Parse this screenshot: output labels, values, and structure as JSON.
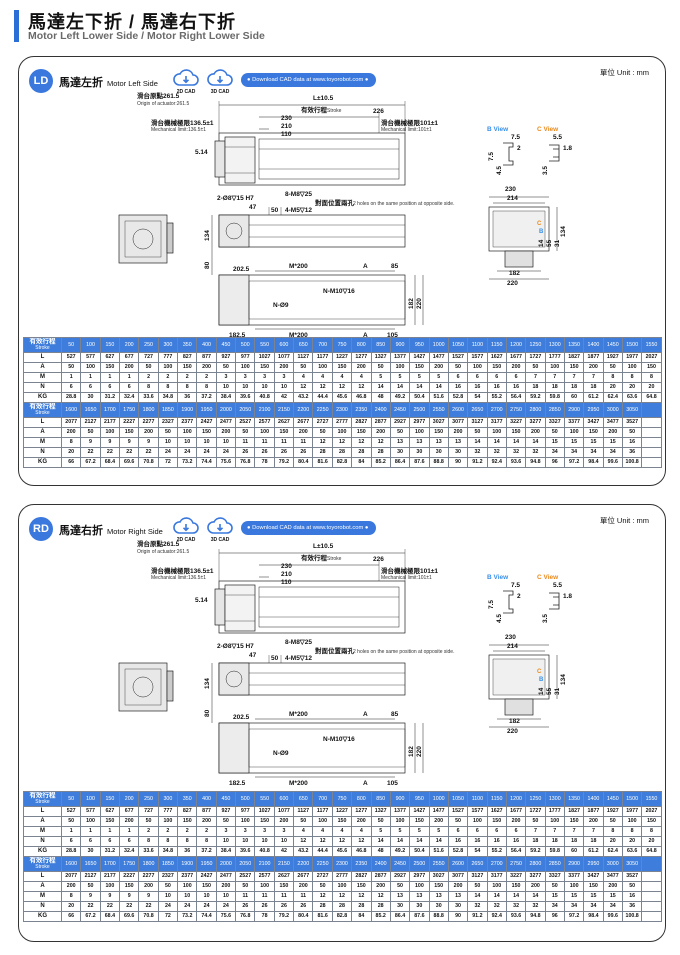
{
  "header": {
    "title": "馬達左下折 / 馬達右下折",
    "subtitle": "Motor Left Lower Side / Motor Right Lower Side"
  },
  "colors": {
    "accent": "#3a78de",
    "header_bar": "#2b6fd6",
    "b_view": "#3a8fe8",
    "c_view": "#e98a1e"
  },
  "icons": [
    "cloud-download-icon"
  ],
  "panels": [
    {
      "badge": "LD",
      "title_zh": "馬達左折",
      "title_en": "Motor Left Side",
      "unit": "單位 Unit : mm",
      "cad2d": "2D CAD",
      "cad3d": "3D CAD",
      "download": "● Download CAD data at www.toyorobot.com ●",
      "drawing": {
        "origin_zh": "滑台原點261.5",
        "origin_en": "Origin of actuator:261.5",
        "dim_l": "L±10.5",
        "stroke_zh": "有效行程",
        "stroke_en": "Stroke",
        "dim_226": "226",
        "mech_left_zh": "滑台機械極限136.5±1",
        "mech_left_en": "Mechanical limit:136.5±1",
        "d230": "230",
        "d210": "210",
        "d110": "110",
        "mech_right_zh": "滑台機械極限101±1",
        "mech_right_en": "Mechanical limit:101±1",
        "d514": "5.14",
        "hole1": "2-Ø8▽15 H7",
        "hole2": "8-M8▽25",
        "d47": "47",
        "d50": "50",
        "hole3": "4-M5▽12",
        "opp_zh": "對面位置兩孔",
        "opp_en": "2 holes on the same position at opposite side.",
        "d134": "134",
        "d80": "80",
        "d2025": "202.5",
        "m200": "M*200",
        "dA": "A",
        "d85": "85",
        "m10": "N-M10▽16",
        "n9": "N-Ø9",
        "d182v": "182",
        "d220v": "220",
        "d1825": "182.5",
        "d105": "105",
        "bview": "B View",
        "cview": "C View",
        "b75": "7.5",
        "b2": "2",
        "b75v": "7.5",
        "b45": "4.5",
        "c55": "5.5",
        "c18": "1.8",
        "c35": "3.5",
        "e230": "230",
        "e214": "214",
        "e182": "182",
        "e220": "220",
        "e134": "134",
        "e14": "14",
        "e55": "55",
        "e31": "31",
        "lblB": "B",
        "lblC": "C"
      }
    },
    {
      "badge": "RD",
      "title_zh": "馬達右折",
      "title_en": "Motor Right Side",
      "unit": "單位 Unit : mm",
      "cad2d": "2D CAD",
      "cad3d": "3D CAD",
      "download": "● Download CAD data at www.toyorobot.com ●",
      "drawing": {
        "origin_zh": "滑台原點261.5",
        "origin_en": "Origin of actuator:261.5",
        "dim_l": "L±10.5",
        "stroke_zh": "有效行程",
        "stroke_en": "Stroke",
        "dim_226": "226",
        "mech_left_zh": "滑台機械極限136.5±1",
        "mech_left_en": "Mechanical limit:136.5±1",
        "d230": "230",
        "d210": "210",
        "d110": "110",
        "mech_right_zh": "滑台機械極限101±1",
        "mech_right_en": "Mechanical limit:101±1",
        "d514": "5.14",
        "hole1": "2-Ø8▽15 H7",
        "hole2": "8-M8▽25",
        "d47": "47",
        "d50": "50",
        "hole3": "4-M5▽12",
        "opp_zh": "對面位置兩孔",
        "opp_en": "2 holes on the same position at opposite side.",
        "d134": "134",
        "d80": "80",
        "d2025": "202.5",
        "m200": "M*200",
        "dA": "A",
        "d85": "85",
        "m10": "N-M10▽16",
        "n9": "N-Ø9",
        "d182v": "182",
        "d220v": "220",
        "d1825": "182.5",
        "d105": "105",
        "bview": "B View",
        "cview": "C View",
        "b75": "7.5",
        "b2": "2",
        "b75v": "7.5",
        "b45": "4.5",
        "c55": "5.5",
        "c18": "1.8",
        "c35": "3.5",
        "e230": "230",
        "e214": "214",
        "e182": "182",
        "e220": "220",
        "e134": "134",
        "e14": "14",
        "e55": "55",
        "e31": "31",
        "lblB": "B",
        "lblC": "C"
      }
    }
  ],
  "spec_table": {
    "stroke_label_zh": "有效行程",
    "stroke_label_en": "Stroke",
    "row_labels": [
      "L",
      "A",
      "M",
      "N",
      "KG"
    ],
    "blocks": [
      {
        "strokes": [
          "50",
          "100",
          "150",
          "200",
          "250",
          "300",
          "350",
          "400",
          "450",
          "500",
          "550",
          "600",
          "650",
          "700",
          "750",
          "800",
          "850",
          "900",
          "950",
          "1000",
          "1050",
          "1100",
          "1150",
          "1200",
          "1250",
          "1300",
          "1350",
          "1400",
          "1450",
          "1500",
          "1550"
        ],
        "rows": [
          [
            "527",
            "577",
            "627",
            "677",
            "727",
            "777",
            "827",
            "877",
            "927",
            "977",
            "1027",
            "1077",
            "1127",
            "1177",
            "1227",
            "1277",
            "1327",
            "1377",
            "1427",
            "1477",
            "1527",
            "1577",
            "1627",
            "1677",
            "1727",
            "1777",
            "1827",
            "1877",
            "1927",
            "1977",
            "2027"
          ],
          [
            "50",
            "100",
            "150",
            "200",
            "50",
            "100",
            "150",
            "200",
            "50",
            "100",
            "150",
            "200",
            "50",
            "100",
            "150",
            "200",
            "50",
            "100",
            "150",
            "200",
            "50",
            "100",
            "150",
            "200",
            "50",
            "100",
            "150",
            "200",
            "50",
            "100",
            "150"
          ],
          [
            "1",
            "1",
            "1",
            "1",
            "2",
            "2",
            "2",
            "2",
            "3",
            "3",
            "3",
            "3",
            "4",
            "4",
            "4",
            "4",
            "5",
            "5",
            "5",
            "5",
            "6",
            "6",
            "6",
            "6",
            "7",
            "7",
            "7",
            "7",
            "8",
            "8",
            "8"
          ],
          [
            "6",
            "6",
            "6",
            "6",
            "8",
            "8",
            "8",
            "8",
            "10",
            "10",
            "10",
            "10",
            "12",
            "12",
            "12",
            "12",
            "14",
            "14",
            "14",
            "14",
            "16",
            "16",
            "16",
            "16",
            "18",
            "18",
            "18",
            "18",
            "20",
            "20",
            "20"
          ],
          [
            "28.8",
            "30",
            "31.2",
            "32.4",
            "33.6",
            "34.8",
            "36",
            "37.2",
            "38.4",
            "39.6",
            "40.8",
            "42",
            "43.2",
            "44.4",
            "45.6",
            "46.8",
            "48",
            "49.2",
            "50.4",
            "51.6",
            "52.8",
            "54",
            "55.2",
            "56.4",
            "59.2",
            "59.8",
            "60",
            "61.2",
            "62.4",
            "63.6",
            "64.8"
          ]
        ]
      },
      {
        "strokes": [
          "1600",
          "1650",
          "1700",
          "1750",
          "1800",
          "1850",
          "1900",
          "1950",
          "2000",
          "2050",
          "2100",
          "2150",
          "2200",
          "2250",
          "2300",
          "2350",
          "2400",
          "2450",
          "2500",
          "2550",
          "2600",
          "2650",
          "2700",
          "2750",
          "2800",
          "2850",
          "2900",
          "2950",
          "3000",
          "3050"
        ],
        "rows": [
          [
            "2077",
            "2127",
            "2177",
            "2227",
            "2277",
            "2327",
            "2377",
            "2427",
            "2477",
            "2527",
            "2577",
            "2627",
            "2677",
            "2727",
            "2777",
            "2827",
            "2877",
            "2927",
            "2977",
            "3027",
            "3077",
            "3127",
            "3177",
            "3227",
            "3277",
            "3327",
            "3377",
            "3427",
            "3477",
            "3527"
          ],
          [
            "200",
            "50",
            "100",
            "150",
            "200",
            "50",
            "100",
            "150",
            "200",
            "50",
            "100",
            "150",
            "200",
            "50",
            "100",
            "150",
            "200",
            "50",
            "100",
            "150",
            "200",
            "50",
            "100",
            "150",
            "200",
            "50",
            "100",
            "150",
            "200",
            "50"
          ],
          [
            "8",
            "9",
            "9",
            "9",
            "9",
            "10",
            "10",
            "10",
            "10",
            "11",
            "11",
            "11",
            "11",
            "12",
            "12",
            "12",
            "12",
            "13",
            "13",
            "13",
            "13",
            "14",
            "14",
            "14",
            "14",
            "15",
            "15",
            "15",
            "15",
            "16"
          ],
          [
            "20",
            "22",
            "22",
            "22",
            "22",
            "24",
            "24",
            "24",
            "24",
            "26",
            "26",
            "26",
            "26",
            "28",
            "28",
            "28",
            "28",
            "30",
            "30",
            "30",
            "30",
            "32",
            "32",
            "32",
            "32",
            "34",
            "34",
            "34",
            "34",
            "36"
          ],
          [
            "66",
            "67.2",
            "68.4",
            "69.6",
            "70.8",
            "72",
            "73.2",
            "74.4",
            "75.6",
            "76.8",
            "78",
            "79.2",
            "80.4",
            "81.6",
            "82.8",
            "84",
            "85.2",
            "86.4",
            "87.6",
            "88.8",
            "90",
            "91.2",
            "92.4",
            "93.6",
            "94.8",
            "96",
            "97.2",
            "98.4",
            "99.6",
            "100.8"
          ]
        ]
      }
    ]
  }
}
